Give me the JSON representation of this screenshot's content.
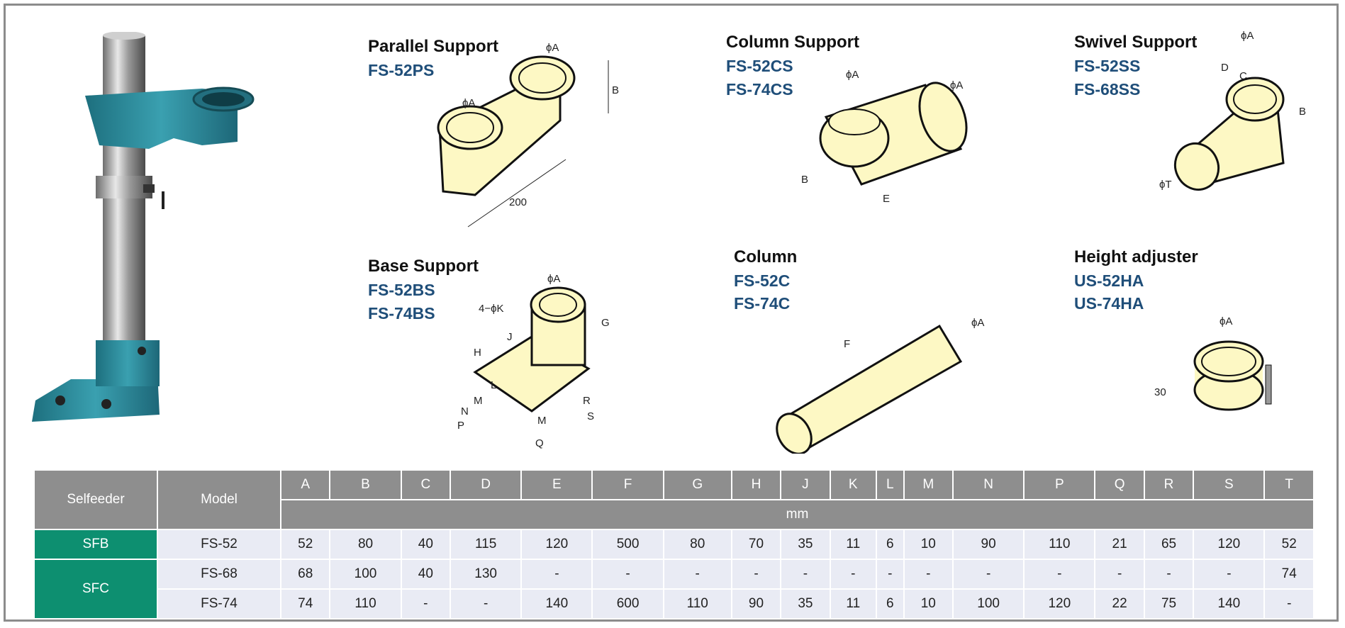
{
  "sections": {
    "parallel": {
      "title": "Parallel Support",
      "models": [
        "FS-52PS"
      ]
    },
    "column_support": {
      "title": "Column Support",
      "models": [
        "FS-52CS",
        "FS-74CS"
      ]
    },
    "swivel": {
      "title": "Swivel Support",
      "models": [
        "FS-52SS",
        "FS-68SS"
      ]
    },
    "base": {
      "title": "Base Support",
      "models": [
        "FS-52BS",
        "FS-74BS"
      ]
    },
    "column": {
      "title": "Column",
      "models": [
        "FS-52C",
        "FS-74C"
      ]
    },
    "height": {
      "title": "Height adjuster",
      "models": [
        "US-52HA",
        "US-74HA"
      ]
    }
  },
  "dims": {
    "phiA": "ϕA",
    "B": "B",
    "C": "C",
    "D": "D",
    "E": "E",
    "F": "F",
    "G": "G",
    "H": "H",
    "J": "J",
    "L": "L",
    "M": "M",
    "N": "N",
    "P": "P",
    "Q": "Q",
    "R": "R",
    "S": "S",
    "phiT": "ϕT",
    "holes": "4−ϕK",
    "len200": "200",
    "h30": "30"
  },
  "table": {
    "selfeeder_header": "Selfeeder",
    "model_header": "Model",
    "unit": "mm",
    "columns": [
      "A",
      "B",
      "C",
      "D",
      "E",
      "F",
      "G",
      "H",
      "J",
      "K",
      "L",
      "M",
      "N",
      "P",
      "Q",
      "R",
      "S",
      "T"
    ],
    "rows": [
      {
        "selfeeder": "SFB",
        "model": "FS-52",
        "values": [
          "52",
          "80",
          "40",
          "115",
          "120",
          "500",
          "80",
          "70",
          "35",
          "11",
          "6",
          "10",
          "90",
          "110",
          "21",
          "65",
          "120",
          "52"
        ]
      },
      {
        "selfeeder": "SFC",
        "model": "FS-68",
        "values": [
          "68",
          "100",
          "40",
          "130",
          "-",
          "-",
          "-",
          "-",
          "-",
          "-",
          "-",
          "-",
          "-",
          "-",
          "-",
          "-",
          "-",
          "74"
        ]
      },
      {
        "model": "FS-74",
        "values": [
          "74",
          "110",
          "-",
          "-",
          "140",
          "600",
          "110",
          "90",
          "35",
          "11",
          "6",
          "10",
          "100",
          "120",
          "22",
          "75",
          "140",
          "-"
        ]
      }
    ]
  },
  "colors": {
    "accent_green": "#0d8f70",
    "model_blue": "#1f4e79",
    "header_gray": "#8e8e8e",
    "part_fill": "#fdf8c4",
    "photo_teal": "#2f8c9c"
  }
}
